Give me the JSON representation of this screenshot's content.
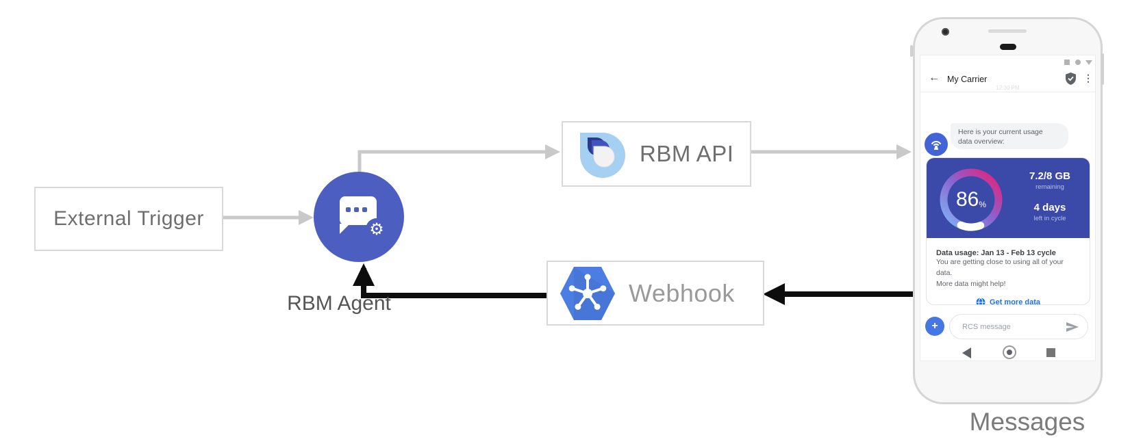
{
  "colors": {
    "agent_blue": "#4c5ec0",
    "card_blue": "#3b4aa8",
    "webhook_blue": "#4b7de2",
    "link_blue": "#1a73e8",
    "gauge_gradient": [
      "#82b2f4",
      "#8a64cf",
      "#e91d77"
    ],
    "arrow_gray": "#c9c9c9",
    "arrow_black": "#0d0d0d"
  },
  "nodes": {
    "external_trigger": {
      "label": "External Trigger"
    },
    "rbm_agent": {
      "label": "RBM Agent"
    },
    "rbm_api": {
      "label": "RBM API"
    },
    "webhook": {
      "label": "Webhook"
    }
  },
  "phone": {
    "caption": "Messages",
    "header": {
      "title": "My Carrier"
    },
    "timestamp": "12:30 PM",
    "bubble": {
      "line1": "Here is your current usage",
      "line2": "data overview:"
    },
    "usage_card": {
      "percent": "86",
      "percent_sign": "%",
      "remaining_value": "7.2/8 GB",
      "remaining_label": "remaining",
      "days_value": "4 days",
      "days_label": "left in cycle",
      "title": "Data usage: Jan 13 - Feb 13 cycle",
      "body_line1": "You are getting close to using all of your data.",
      "body_line2": "More data might help!",
      "action_label": "Get more data"
    },
    "compose": {
      "placeholder": "RCS message"
    }
  }
}
